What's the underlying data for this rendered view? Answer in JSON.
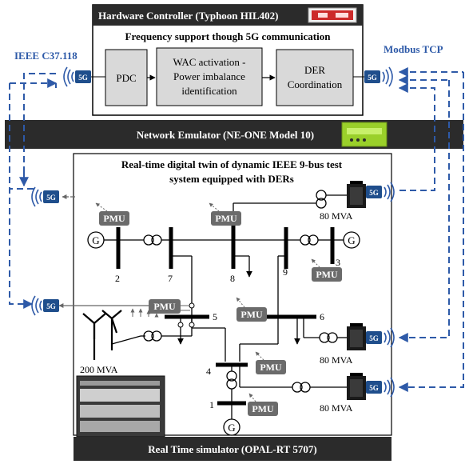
{
  "hardware_controller": {
    "title": "Hardware Controller (Typhoon HIL402)",
    "subtitle": "Frequency support though 5G communication",
    "blocks": [
      "PDC",
      "WAC activation -",
      "Power imbalance",
      "identification",
      "DER",
      "Coordination"
    ]
  },
  "protocols": {
    "left": "IEEE C37.118",
    "right": "Modbus TCP"
  },
  "network_emulator": {
    "label": "Network Emulator (NE-ONE Model 10)"
  },
  "digital_twin": {
    "title_line1": "Real-time digital twin of dynamic IEEE 9-bus test",
    "title_line2": "system equipped with DERs"
  },
  "simulator": {
    "label": "Real Time simulator (OPAL-RT 5707)"
  },
  "badge": "5G",
  "pmu": "PMU",
  "generator": "G",
  "buses": [
    "1",
    "2",
    "3",
    "4",
    "5",
    "6",
    "7",
    "8",
    "9"
  ],
  "ratings": {
    "wind": "200 MVA",
    "battery_top": "80 MVA",
    "battery_mid": "80 MVA",
    "battery_bot": "80 MVA"
  },
  "colors": {
    "dark_band": "#2b2b2b",
    "link_blue": "#2e5aa8",
    "badge_blue": "#1f4e8c",
    "block_gray": "#d9d9d9",
    "pmu_gray": "#6b6b6b"
  }
}
